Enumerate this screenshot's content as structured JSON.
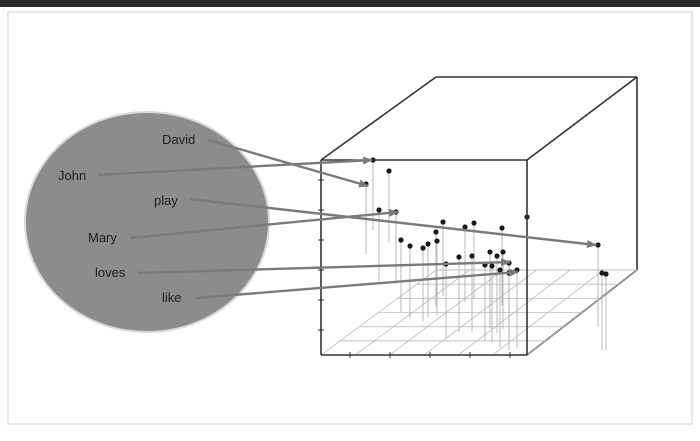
{
  "colors": {
    "background": "#ffffff",
    "top_bar": "#2b2b2b",
    "circle_fill": "#8c8c8c",
    "circle_stroke": "#d9d9d9",
    "line": "#333333",
    "grid": "#bdbdbd",
    "stem": "#b0b0b0",
    "point": "#1a1a1a",
    "arrow": "#7a7a7a",
    "label": "#1e1e1e"
  },
  "words": [
    {
      "id": "david",
      "text": "David"
    },
    {
      "id": "john",
      "text": "John"
    },
    {
      "id": "play",
      "text": "play"
    },
    {
      "id": "mary",
      "text": "Mary"
    },
    {
      "id": "loves",
      "text": "loves"
    },
    {
      "id": "like",
      "text": "like"
    }
  ]
}
